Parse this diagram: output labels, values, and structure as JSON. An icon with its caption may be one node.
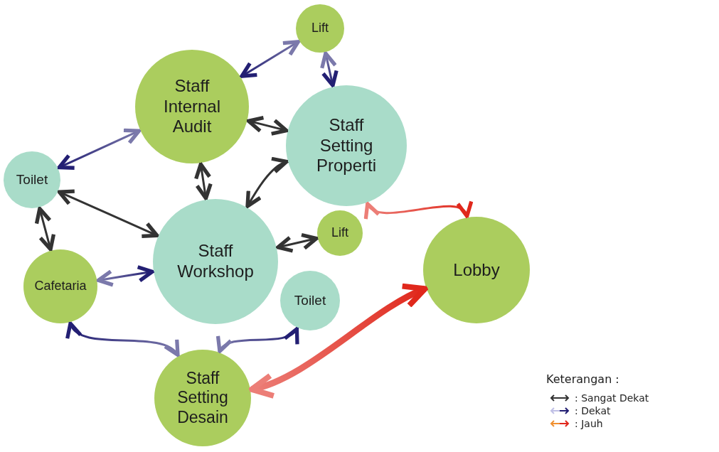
{
  "diagram": {
    "nodes": [
      {
        "text": [
          "Lift"
        ]
      },
      {
        "text": [
          "Staff Internal Audit"
        ]
      },
      {
        "text": [
          "Staff Setting Properti"
        ]
      },
      {
        "text": [
          "Toilet"
        ]
      },
      {
        "text": [
          "Staff Workshop"
        ]
      },
      {
        "text": [
          "Lift"
        ]
      },
      {
        "text": [
          "Cafetaria"
        ]
      },
      {
        "text": [
          "Toilet"
        ]
      },
      {
        "text": [
          "Lobby"
        ]
      },
      {
        "text": [
          "Staff Setting Desain"
        ]
      }
    ],
    "edges": [
      {
        "from": 0,
        "to": 1,
        "arrow": "both",
        "color": "#231f73"
      },
      {
        "from": 0,
        "to": 2,
        "arrow": "both",
        "color": "#231f73"
      },
      {
        "from": 1,
        "to": 2,
        "arrow": "both"
      },
      {
        "from": 1,
        "to": 3,
        "arrow": "both",
        "color": "#231f73"
      },
      {
        "from": 1,
        "to": 4,
        "arrow": "both"
      },
      {
        "from": 3,
        "to": 4,
        "arrow": "both"
      },
      {
        "from": 2,
        "to": 4,
        "arrow": "both"
      },
      {
        "from": 2,
        "to": 8,
        "arrow": "both",
        "color": "#e0281c"
      },
      {
        "from": 3,
        "to": 6,
        "arrow": "both"
      },
      {
        "from": 6,
        "to": 4,
        "arrow": "both",
        "color": "#231f73"
      },
      {
        "from": 4,
        "to": 5,
        "arrow": "both"
      },
      {
        "from": 9,
        "to": 7,
        "arrow": "both",
        "color": "#231f73"
      },
      {
        "from": 9,
        "to": 6,
        "arrow": "both",
        "color": "#231f73"
      },
      {
        "from": 9,
        "to": 8,
        "arrow": "both",
        "color": "#e0281c",
        "style": "thick"
      }
    ],
    "labels": [
      "Keterangan :"
    ],
    "legend": [
      {
        "text": ": Sangat Dekat"
      },
      {
        "text": ": Dekat"
      },
      {
        "text": ": Jauh"
      }
    ]
  }
}
